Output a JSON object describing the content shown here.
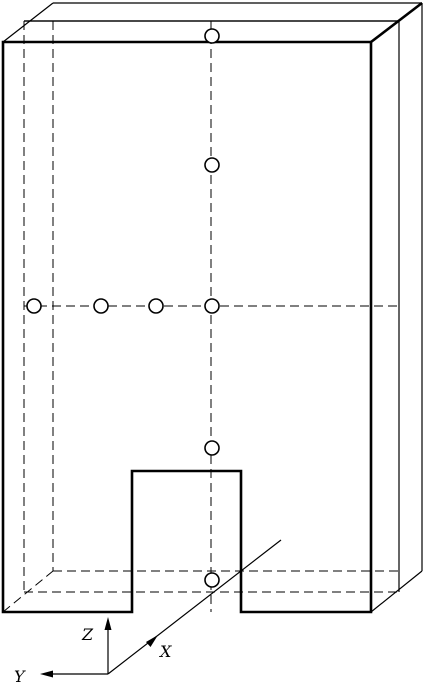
{
  "diagram": {
    "axes": {
      "z_label": "Z",
      "x_label": "X",
      "y_label": "Y"
    },
    "hole_count": 8,
    "stroke_color": "#000000",
    "background_color": "#ffffff"
  }
}
